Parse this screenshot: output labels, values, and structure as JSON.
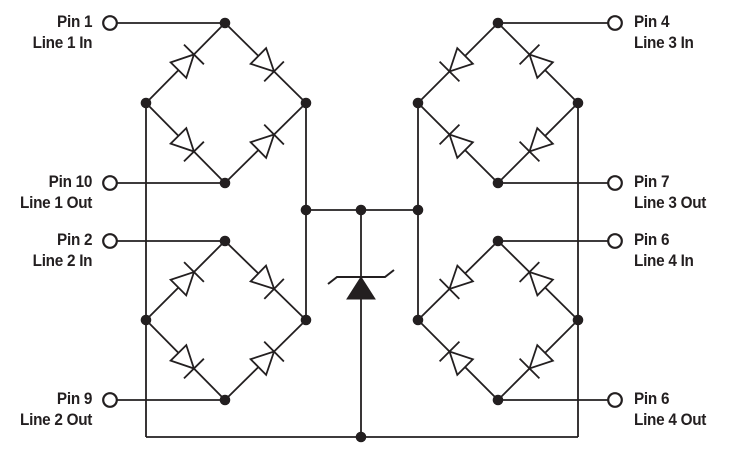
{
  "diagram": {
    "type": "schematic",
    "colors": {
      "line": "#231f20",
      "background": "#ffffff"
    },
    "terminals": {
      "left": [
        {
          "pin": "Pin 1",
          "line": "Line 1 In"
        },
        {
          "pin": "Pin 10",
          "line": "Line 1 Out"
        },
        {
          "pin": "Pin 2",
          "line": "Line 2 In"
        },
        {
          "pin": "Pin 9",
          "line": "Line 2 Out"
        }
      ],
      "right": [
        {
          "pin": "Pin 4",
          "line": "Line 3 In"
        },
        {
          "pin": "Pin 7",
          "line": "Line 3 Out"
        },
        {
          "pin": "Pin 6",
          "line": "Line 4 In"
        },
        {
          "pin": "Pin 6",
          "line": "Line 4 Out"
        }
      ]
    },
    "icons": {
      "terminal": "open-circle-terminal",
      "junction": "junction-dot",
      "bridge_diode": "diode-icon",
      "center_device": "tvs-zener-diode-icon"
    }
  }
}
